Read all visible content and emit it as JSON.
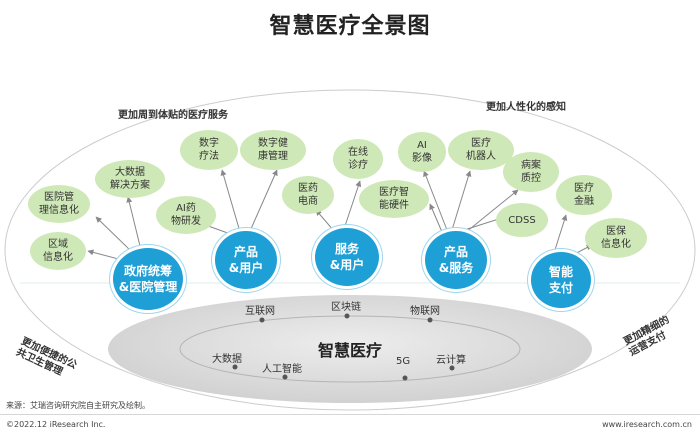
{
  "title": "智慧医疗全景图",
  "arc_labels": {
    "top_left": "更加周到体贴的医疗服务",
    "top_right": "更加人性化的感知",
    "bottom_left": "更加便捷的公\n共卫生管理",
    "bottom_right": "更加精细的\n运营支付"
  },
  "hubs": {
    "gov": "政府统筹\n&医院管理",
    "product_user": "产品\n&用户",
    "service_user": "服务\n&用户",
    "product_service": "产品\n&服务",
    "payment": "智能\n支付"
  },
  "leaves": {
    "regional_info": "区域\n信息化",
    "hospital_info": "医院管\n理信息化",
    "big_data_solution": "大数据\n解决方案",
    "ai_drug": "AI药\n物研发",
    "digital_therapy": "数字\n疗法",
    "digital_health": "数字健\n康管理",
    "pharma_ecommerce": "医药\n电商",
    "online_diagnosis": "在线\n诊疗",
    "ai_imaging": "AI\n影像",
    "medical_robot": "医疗\n机器人",
    "smart_hardware": "医疗智\n能硬件",
    "pathology_qc": "病案\n质控",
    "cdss": "CDSS",
    "medical_finance": "医疗\n金融",
    "insurance_info": "医保\n信息化"
  },
  "core": {
    "title": "智慧医疗",
    "technologies": {
      "internet": "互联网",
      "blockchain": "区块链",
      "iot": "物联网",
      "big_data": "大数据",
      "ai": "人工智能",
      "fiveg": "5G",
      "cloud": "云计算"
    }
  },
  "footer": {
    "source": "来源：艾瑞咨询研究院自主研究及绘制。",
    "copyright": "©2022.12 iResearch Inc.",
    "website": "www.iresearch.com.cn"
  },
  "colors": {
    "hub": "#1e9fd6",
    "leaf": "#cfe8b7",
    "arrow": "#888888",
    "arc": "#cccccc",
    "core_ellipse": "#d9d9d9"
  }
}
